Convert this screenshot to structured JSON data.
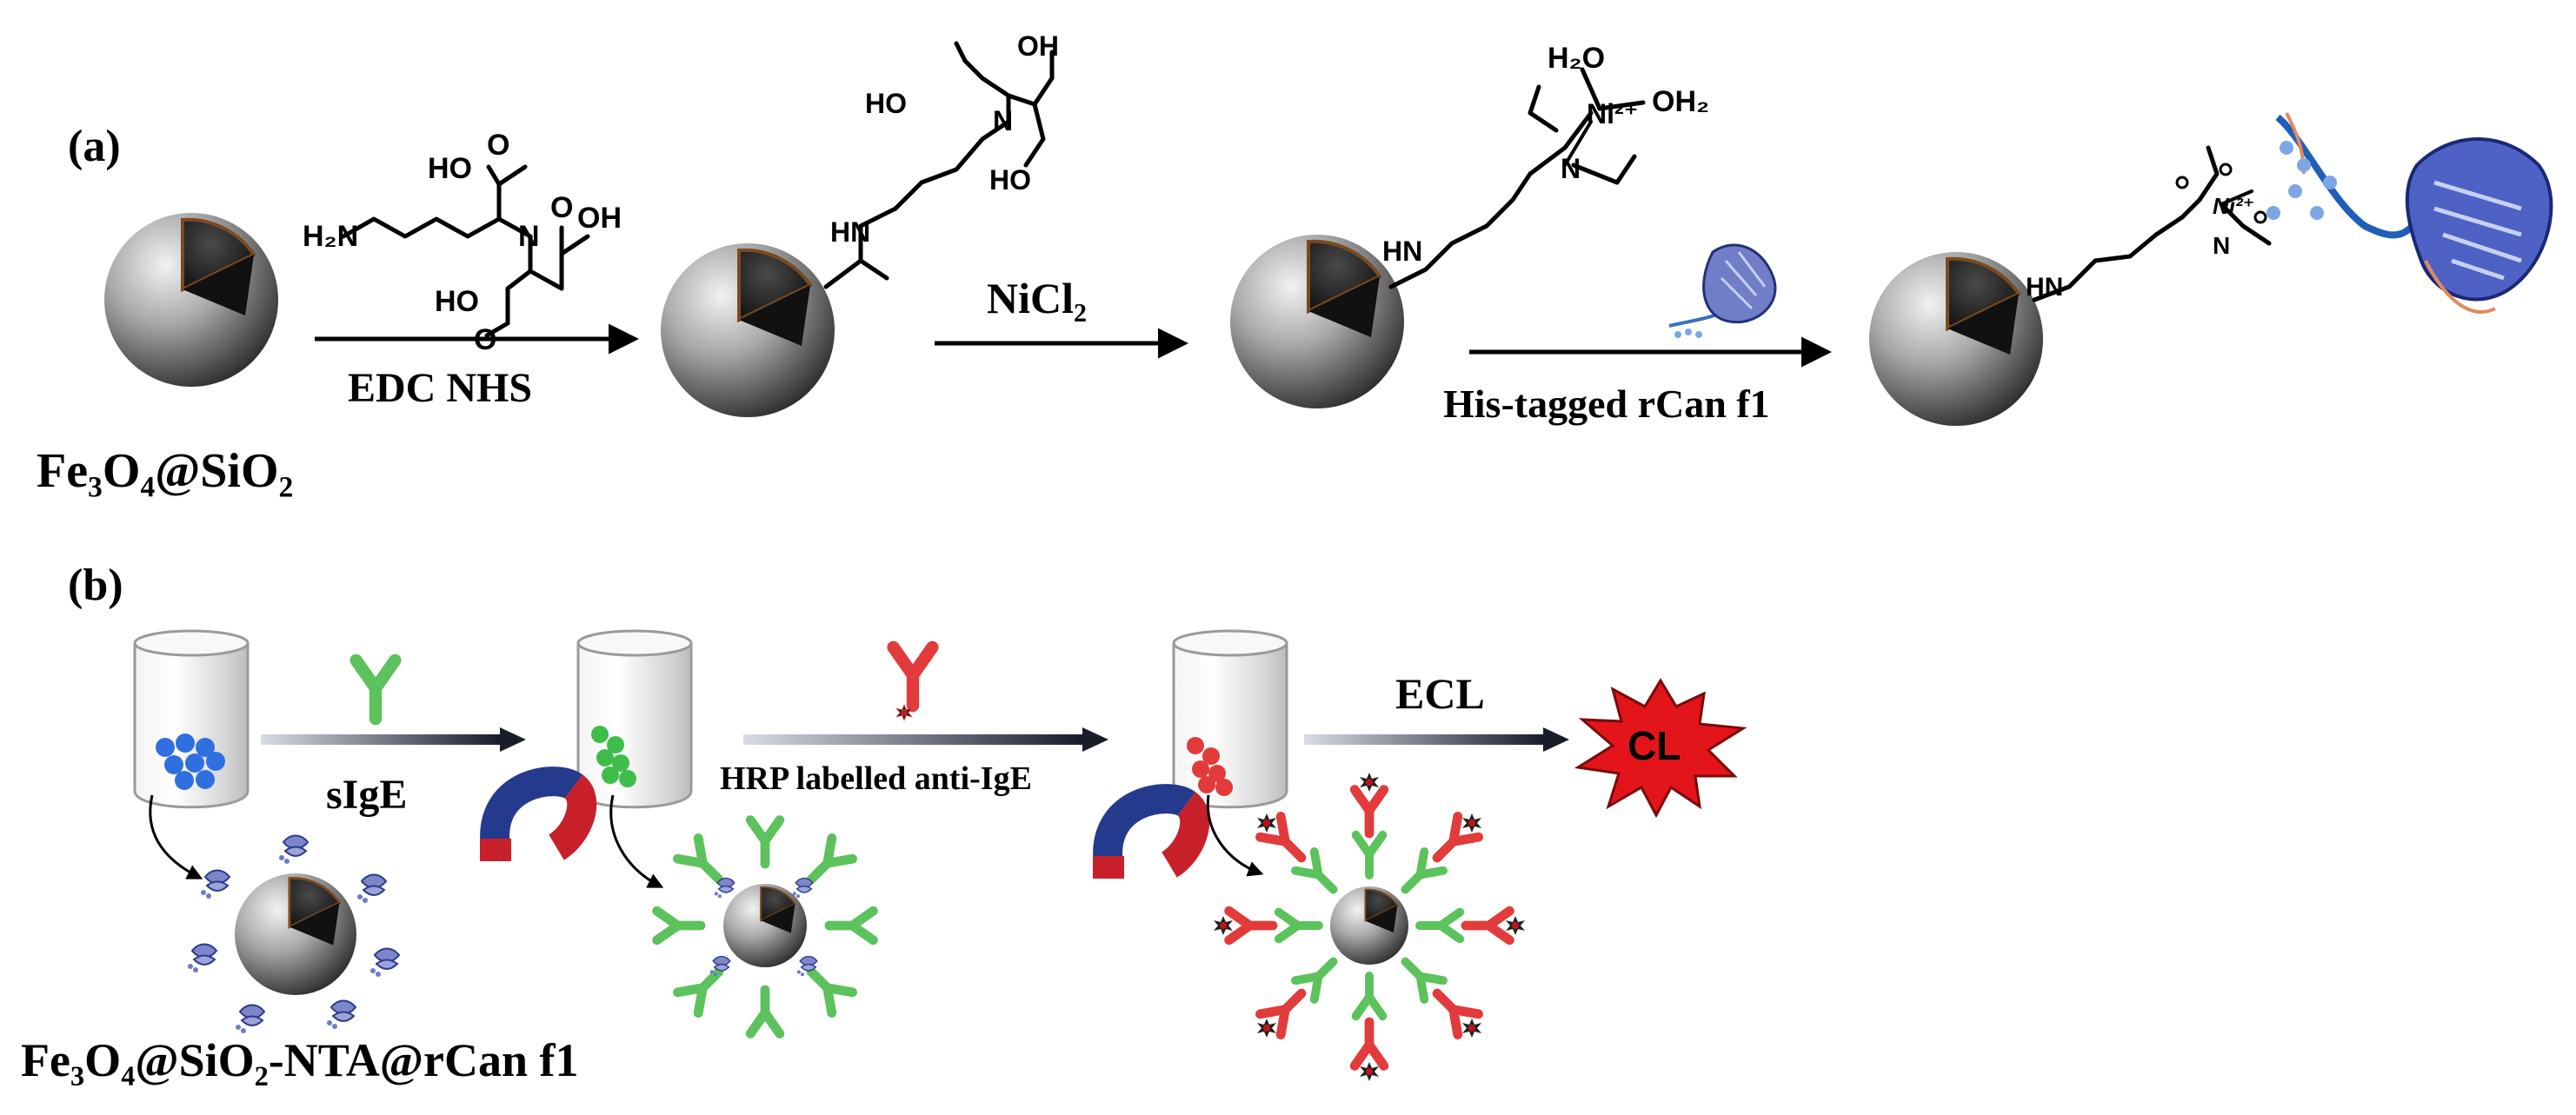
{
  "panel_a": {
    "label": "(a)",
    "core_shell_label": "Fe₃O₄@SiO₂",
    "step1": "EDC NHS",
    "step2": "NiCl₂",
    "step3": "His-tagged rCan f1",
    "reagent": {
      "amine": "H₂N",
      "acid_top": "HO",
      "acid_right": "OH",
      "acid_bottom": "HO",
      "n": "N",
      "o": "O"
    },
    "nta_amide": {
      "hn": "HN",
      "ho_left": "HO",
      "ho_top": "OH",
      "ho_bottom": "HO",
      "n": "N"
    },
    "ni_complex": {
      "water_top": "H₂O",
      "water_right": "OH₂",
      "ni": "Ni²⁺",
      "n": "N",
      "hn": "HN"
    },
    "final": {
      "ni": "Ni²⁺",
      "hn": "HN",
      "n": "N"
    }
  },
  "panel_b": {
    "label": "(b)",
    "step1": "sIgE",
    "step2": "HRP labelled anti-IgE",
    "step3": "ECL",
    "burst_text": "CL",
    "particle_label": "Fe₃O₄@SiO₂-NTA@rCan f1"
  },
  "colors": {
    "blue_beads": "#2f6fe0",
    "green_antibody": "#5cc25c",
    "red_antibody": "#e23b3b",
    "burst": "#e3151b",
    "magnet_red": "#c8202a",
    "magnet_blue": "#243a8c"
  }
}
